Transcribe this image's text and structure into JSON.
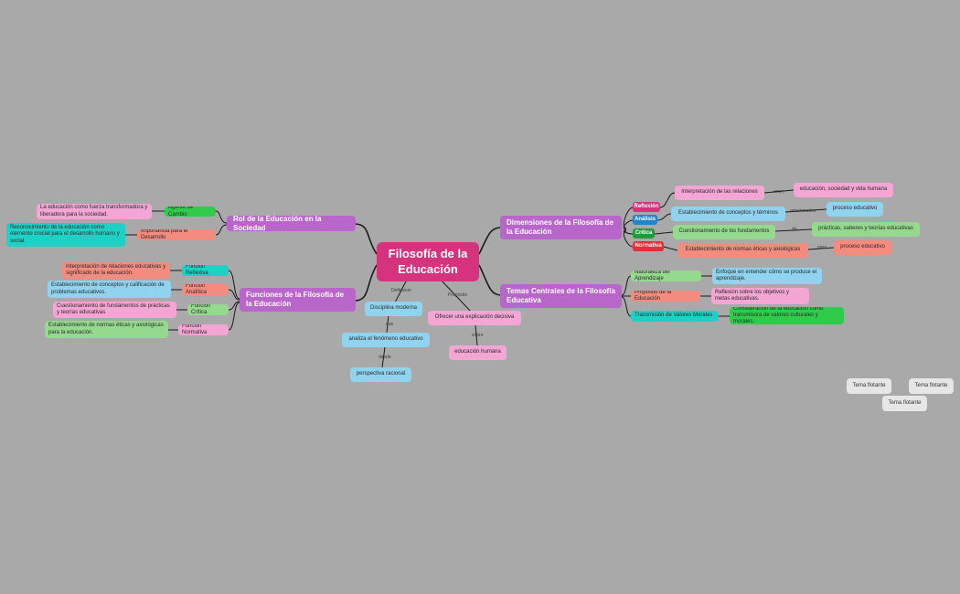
{
  "center": "Filosofía de la Educación",
  "branches": {
    "rol": "Rol de la Educación en la Sociedad",
    "funciones": "Funciones de la Filosofía de la Educación",
    "dimensiones": "Dimensiones de la Filosofía de la Educación",
    "temas": "Temas Centrales de la Filosofía Educativa"
  },
  "rol": {
    "agente": "Agente de Cambio",
    "agente_desc": "La educación como fuerza transformadora y liberadora para la sociedad.",
    "importancia": "Importancia para el Desarrollo",
    "importancia_desc": "Reconocimiento de la educación como elemento crucial para el desarrollo humano y social."
  },
  "funciones": {
    "reflexiva": "Función Reflexiva",
    "reflexiva_desc": "Interpretación de relaciones educativas y significado de la educación.",
    "analitica": "Función Analítica",
    "analitica_desc": "Establecimiento de conceptos y calificación de problemas educativos.",
    "critica": "Función Crítica",
    "critica_desc": "Cuestionamiento de fundamentos de prácticas y teorías educativas",
    "normativa": "Función Normativa",
    "normativa_desc": "Establecimiento de normas éticas y axiológicas para la educación."
  },
  "definicion": {
    "label": "Definicion",
    "disciplina": "Disciplina moderna",
    "que": "que",
    "analiza": "analiza el fenómeno educativo",
    "desde": "desde",
    "perspectiva": "perspectiva racional"
  },
  "proposito": {
    "label": "Propósito",
    "ofrecer": "Ofrecer una explicación decisiva",
    "sobre": "sobre",
    "educacion": "educación humana"
  },
  "dimensiones": {
    "reflexion": "Reflexión",
    "reflexion_desc": "Interpretación de las relaciones",
    "reflexion_link": "entre",
    "reflexion_target": "educación, sociedad y vida humana",
    "analisis": "Análisis",
    "analisis_desc": "Establecimiento de conceptos y términos",
    "analisis_link": "relacionados",
    "analisis_target": "proceso educativo",
    "critica": "Crítica",
    "critica_desc": "Cuestionamiento de los fundamentos",
    "critica_link": "de",
    "critica_target": "prácticas, saberes y teorías educativas",
    "normativa": "Normativa",
    "normativa_desc": "Establecimiento de normas éticas y axiológicas",
    "normativa_link": "para",
    "normativa_target": "proceso educativo"
  },
  "temas": {
    "naturaleza": "Naturaleza del Aprendizaje",
    "naturaleza_desc": "Enfoque en entender cómo se produce el aprendizaje.",
    "proposito": "Propósito de la Educación",
    "proposito_desc": "Reflexión sobre los objetivos y metas educativas.",
    "transmision": "Transmisión de Valores Morales",
    "transmision_desc": "Consideración de la educación como transmisora de valores culturales y morales."
  },
  "floating": [
    "Tema flotante",
    "Tema flotante",
    "Tema flotante"
  ],
  "colors": {
    "background": "#a9a9a9",
    "center": "#d6337f",
    "main_branch": "#b866c9",
    "reflexion": "#d6337f",
    "analisis": "#1f86c9",
    "critica": "#1e9e3a",
    "normativa": "#e0303a"
  }
}
